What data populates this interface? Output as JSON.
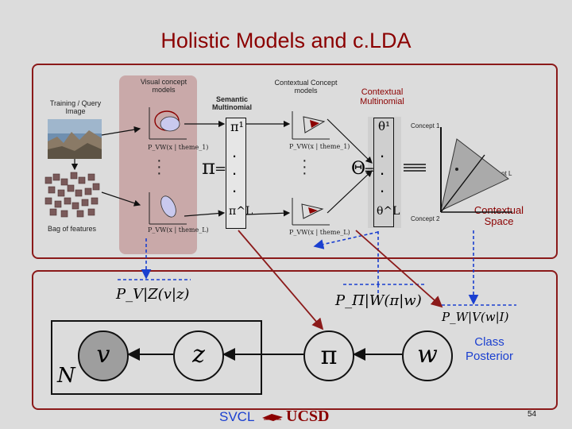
{
  "title": "Holistic Models and c.LDA",
  "top": {
    "training_label": "Training / Query Image",
    "bag_label": "Bag of features",
    "visual_models_label": "Visual concept models",
    "semantic_label": "Semantic Multinomial",
    "contextual_models_label": "Contextual Concept models",
    "contextual_mult_label": "Contextual Multinomial",
    "concept_1": "Concept 1",
    "concept_2": "Concept 2",
    "concept_L": "Concept L",
    "contextual_space": "Contextual Space",
    "visual_pdf_1": "P_VW(x | theme_1)",
    "visual_pdf_L": "P_VW(x | theme_L)",
    "ctx_pdf_1": "P_VW(x | theme_1)",
    "ctx_pdf_L": "P_VW(x | theme_L)",
    "pi_sym": "π",
    "pi_1": "π¹",
    "pi_L": "π^L",
    "theta_sym": "Θ",
    "theta_1": "θ¹",
    "theta_L": "θ^L"
  },
  "bottom": {
    "p_vz": "P_V|Z(v|z)",
    "p_pi_w": "P_Π|W(π|w)",
    "p_w_v": "P_W|V(w|I)",
    "node_v": "v",
    "node_z": "z",
    "node_pi": "π",
    "node_w": "w",
    "plate_N": "N",
    "class_posterior": "Class Posterior"
  },
  "footer": {
    "svcl": "SVCL",
    "ucsd": "UCSD",
    "page": "54"
  },
  "colors": {
    "title": "#8b0000",
    "panel_border": "#8b1a1a",
    "visual_panel_bg": "#c9a9a9",
    "arrow_blue": "#1a3fd0",
    "arrow_red": "#8b1a1a"
  }
}
